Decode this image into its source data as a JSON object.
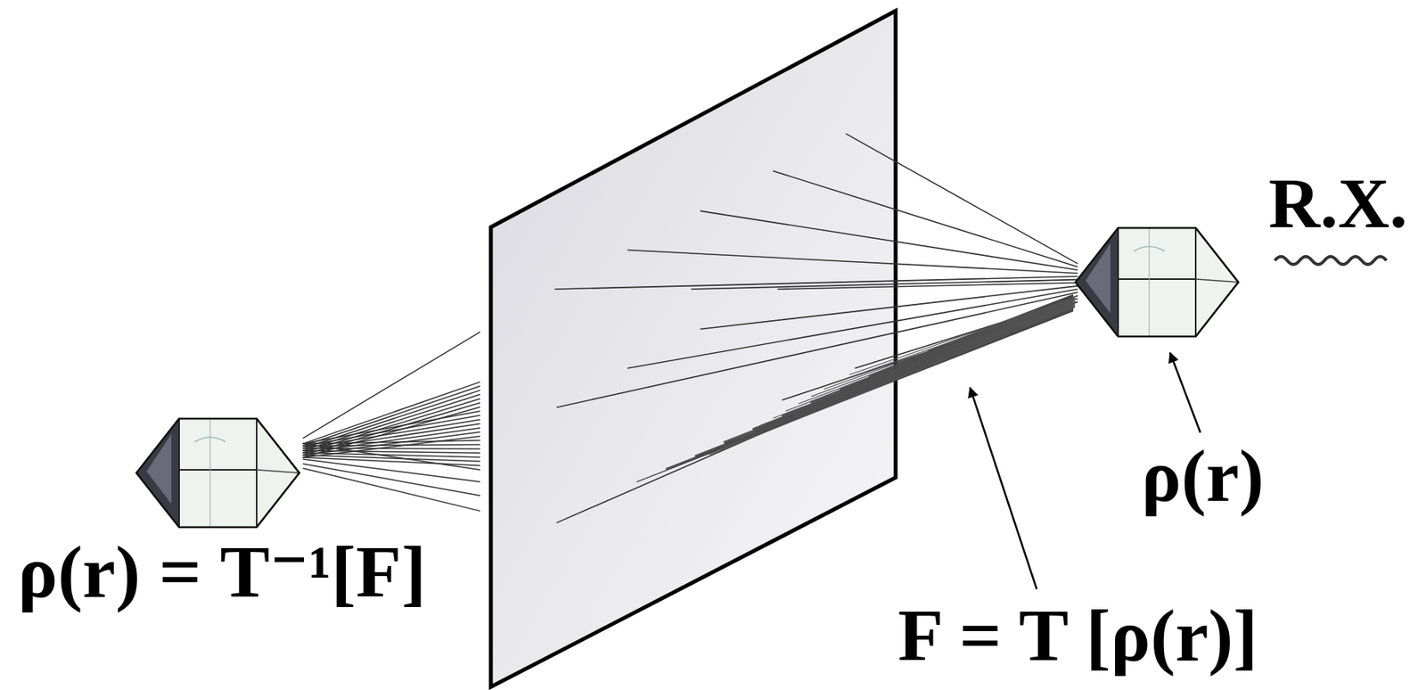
{
  "diagram": {
    "labels": [
      "R.X.",
      "ρ(r)",
      "ρ(r) = T⁻¹[F]",
      "F = T [ρ(r)]"
    ]
  }
}
